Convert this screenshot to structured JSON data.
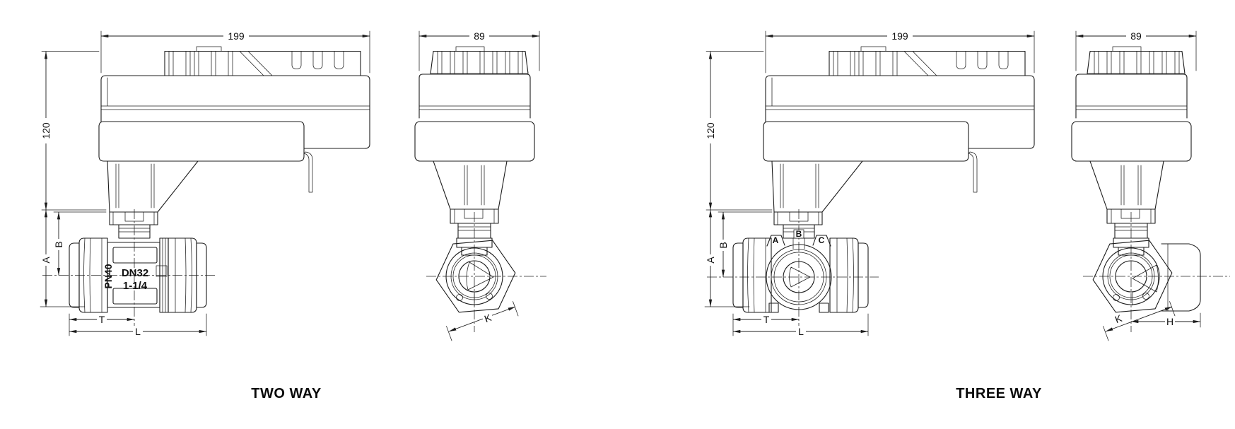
{
  "two_way": {
    "caption": "TWO WAY",
    "front": {
      "width": "199",
      "height": "120",
      "dim_a": "A",
      "dim_b": "B",
      "dim_t": "T",
      "dim_l": "L",
      "valve": {
        "pressure_rating": "PN40",
        "diameter": "DN32",
        "size": "1-1/4"
      }
    },
    "side": {
      "width": "89",
      "dim_k": "K"
    }
  },
  "three_way": {
    "caption": "THREE WAY",
    "front": {
      "width": "199",
      "height": "120",
      "dim_a": "A",
      "dim_b": "B",
      "dim_t": "T",
      "dim_l": "L",
      "ports": {
        "left": "A",
        "middle": "B",
        "right": "C"
      }
    },
    "side": {
      "width": "89",
      "dim_k": "K",
      "dim_h": "H"
    }
  }
}
